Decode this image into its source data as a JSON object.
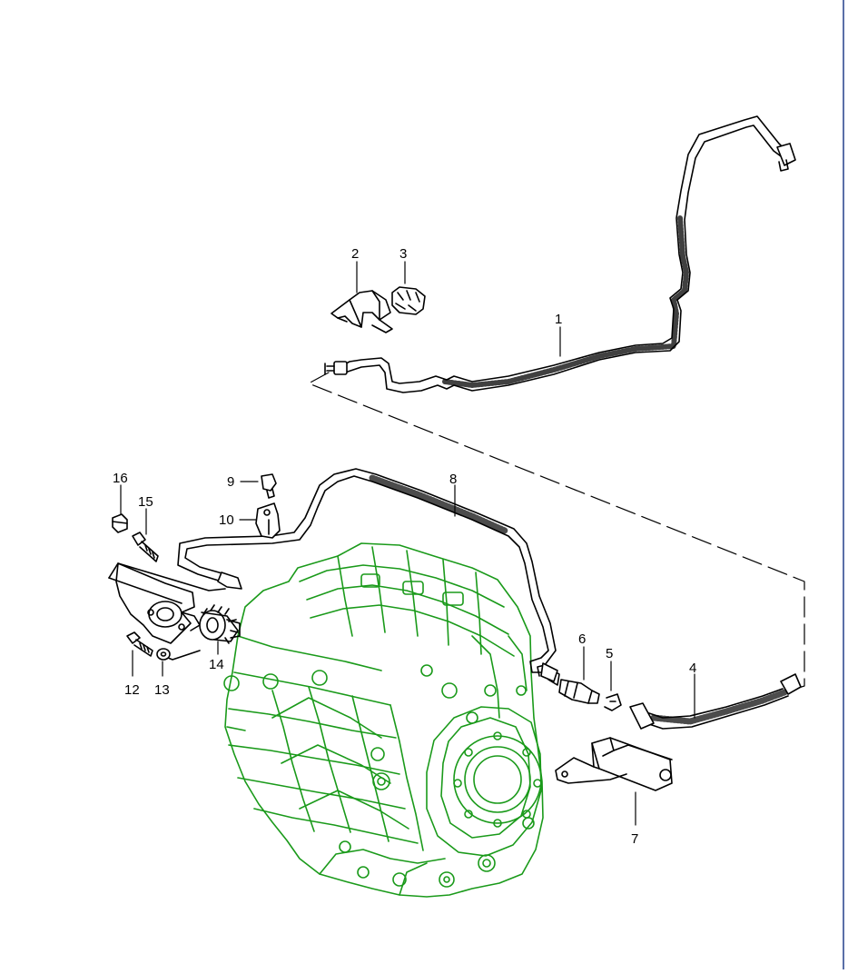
{
  "diagram": {
    "callouts": [
      {
        "id": "1",
        "label": "1"
      },
      {
        "id": "2",
        "label": "2"
      },
      {
        "id": "3",
        "label": "3"
      },
      {
        "id": "4",
        "label": "4"
      },
      {
        "id": "5",
        "label": "5"
      },
      {
        "id": "6",
        "label": "6"
      },
      {
        "id": "7",
        "label": "7"
      },
      {
        "id": "8",
        "label": "8"
      },
      {
        "id": "9",
        "label": "9"
      },
      {
        "id": "10",
        "label": "10"
      },
      {
        "id": "11",
        "label": "12"
      },
      {
        "id": "12",
        "label": "13"
      },
      {
        "id": "13",
        "label": "14"
      },
      {
        "id": "14",
        "label": "15"
      },
      {
        "id": "15",
        "label": "16"
      }
    ]
  },
  "colors": {
    "line_art": "#000000",
    "housing": "#1a9a1a",
    "frame": "#5a6fa8"
  }
}
